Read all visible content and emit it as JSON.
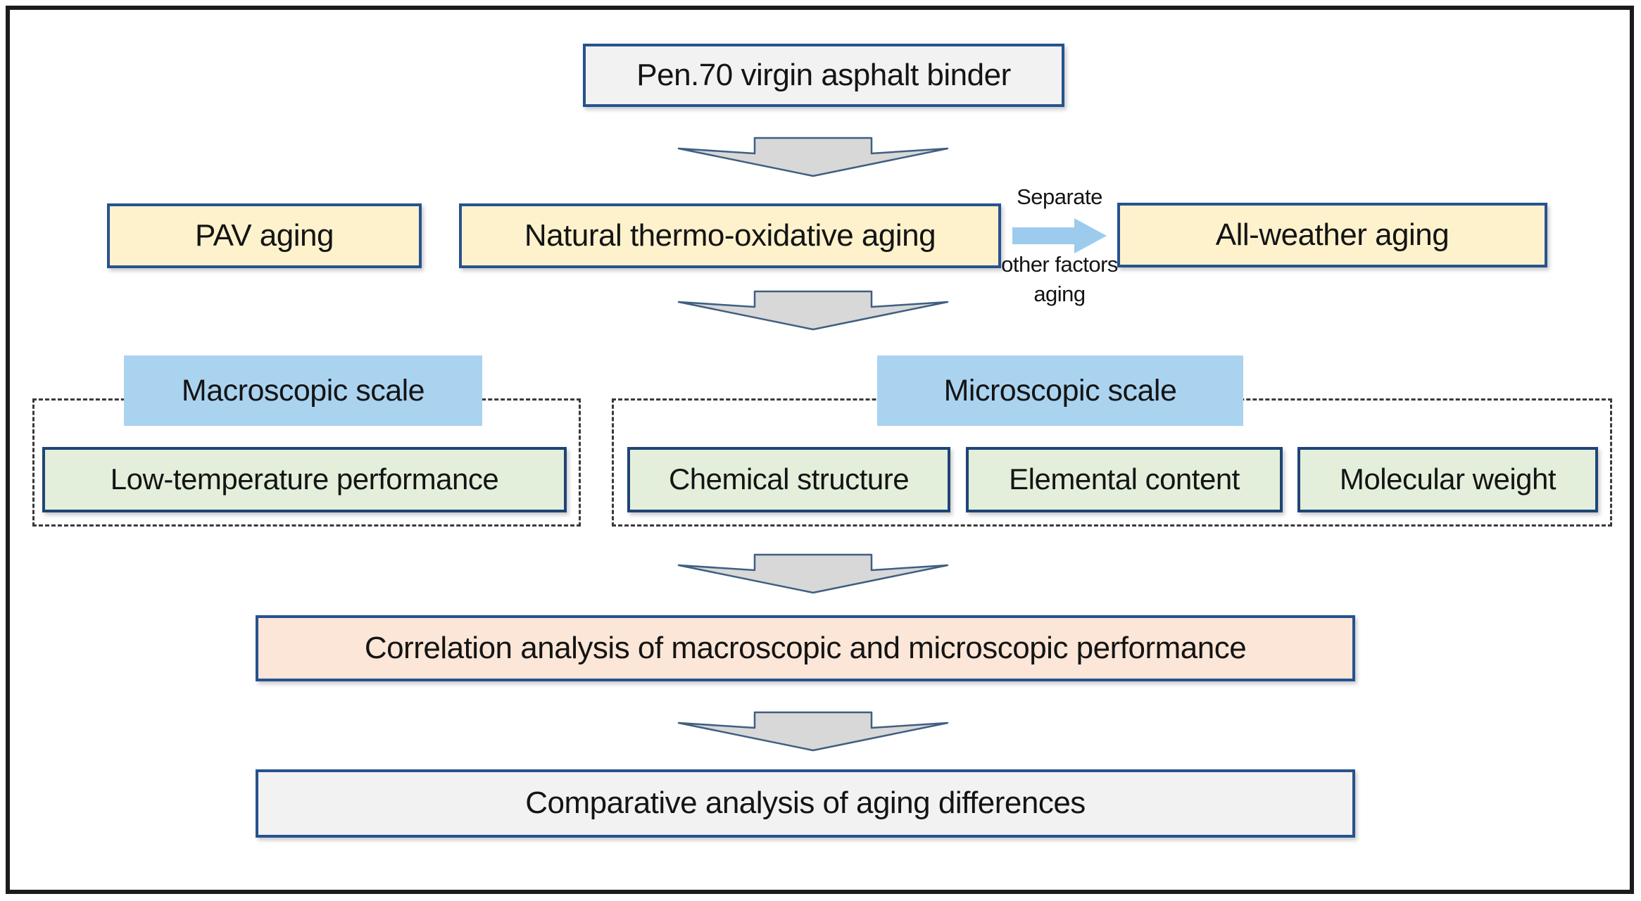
{
  "diagram": {
    "top_box": "Pen.70 virgin asphalt binder",
    "aging_row": {
      "pav": "PAV aging",
      "natural": "Natural thermo-oxidative aging",
      "all_weather": "All-weather aging"
    },
    "separate_note": {
      "line1": "Separate",
      "line2": "other factors",
      "line3": "aging"
    },
    "macroscopic": {
      "label": "Macroscopic scale",
      "items": [
        "Low-temperature performance"
      ]
    },
    "microscopic": {
      "label": "Microscopic scale",
      "items": [
        "Chemical structure",
        "Elemental content",
        "Molecular weight"
      ]
    },
    "correlation_box": "Correlation analysis of macroscopic and microscopic performance",
    "comparative_box": "Comparative analysis of aging differences"
  },
  "colors": {
    "box_border_navy": "#26538f",
    "green_border_navy": "#1f4476",
    "yellow_fill": "#fdf2cc",
    "green_fill": "#e3efdb",
    "blue_label_fill": "#aad3f0",
    "peach_fill": "#fce6d7",
    "gray_fill": "#f2f2f2",
    "down_arrow_fill": "#d8d8d8",
    "down_arrow_stroke": "#3f5f82",
    "right_arrow_fill": "#9dcbee",
    "outer_border": "#1b1b1b"
  }
}
